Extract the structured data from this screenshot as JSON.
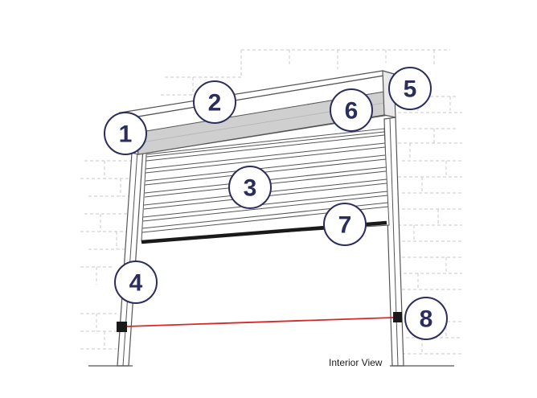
{
  "caption": "Interior View",
  "callouts": [
    {
      "label": "1"
    },
    {
      "label": "2"
    },
    {
      "label": "3"
    },
    {
      "label": "4"
    },
    {
      "label": "5"
    },
    {
      "label": "6"
    },
    {
      "label": "7"
    },
    {
      "label": "8"
    }
  ],
  "colors": {
    "callout_text": "#2b2d5c",
    "sensor_beam": "#d62828",
    "bottom_rail": "#1a1a1a",
    "box_face": "#cfcfcf"
  }
}
